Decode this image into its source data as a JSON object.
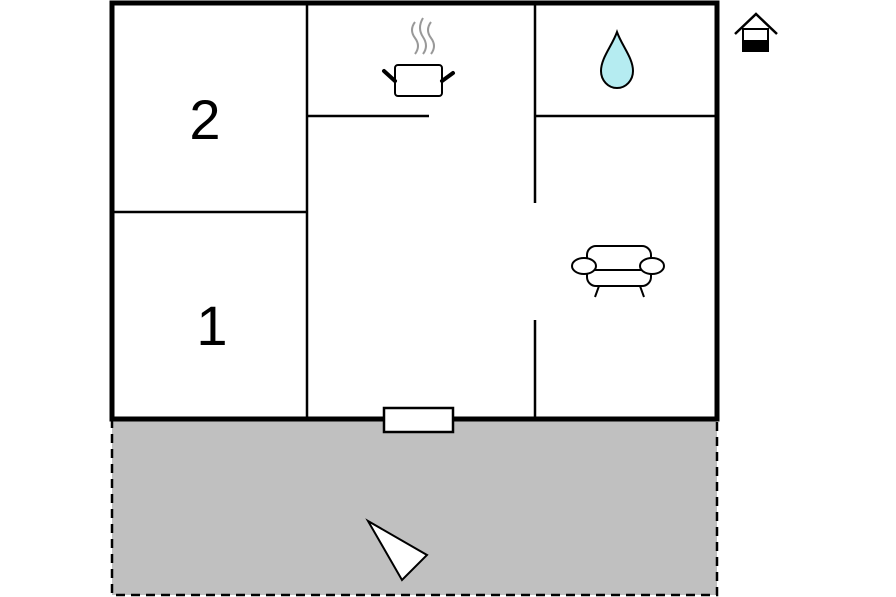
{
  "floorplan": {
    "rooms": [
      {
        "id": "bedroom-2",
        "label": "2"
      },
      {
        "id": "bedroom-1",
        "label": "1"
      },
      {
        "id": "kitchen",
        "icon": "cooking-pot-icon"
      },
      {
        "id": "bathroom",
        "icon": "water-drop-icon"
      },
      {
        "id": "living-room",
        "icon": "sofa-icon"
      },
      {
        "id": "hall"
      }
    ],
    "terrace": {
      "icon": "direction-pointer-icon",
      "fill": "#c0c0c0"
    },
    "entrance": {
      "icon": "entrance-door"
    },
    "house_symbol": {
      "icon": "house-level-icon"
    },
    "colors": {
      "wall": "#000000",
      "terrace": "#c0c0c0",
      "water": "#b5ecf1",
      "steam": "#999999"
    }
  }
}
